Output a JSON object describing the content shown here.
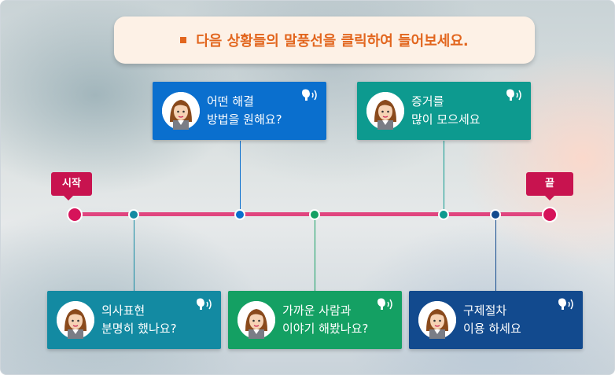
{
  "instruction": "다음 상황들의 말풍선을 클릭하여 들어보세요.",
  "timeline": {
    "start_label": "시작",
    "end_label": "끝"
  },
  "colors": {
    "blue": "#0a6fce",
    "teal_top": "#0d9a8f",
    "teal_bottom": "#138aa2",
    "green": "#14a063",
    "navy": "#124a8e",
    "accent": "#e2661e",
    "timeline": "#e0457f",
    "tag": "#c8134f"
  },
  "cards": [
    {
      "line1": "어떤 해결",
      "line2": "방법을 원해요?",
      "icon": "speaker-icon"
    },
    {
      "line1": "증거를",
      "line2": "많이 모으세요",
      "icon": "speaker-icon"
    },
    {
      "line1": "의사표현",
      "line2": "분명히 했나요?",
      "icon": "speaker-icon"
    },
    {
      "line1": "가까운 사람과",
      "line2": "이야기 해봤나요?",
      "icon": "speaker-icon"
    },
    {
      "line1": "구제절차",
      "line2": "이용 하세요",
      "icon": "speaker-icon"
    }
  ]
}
